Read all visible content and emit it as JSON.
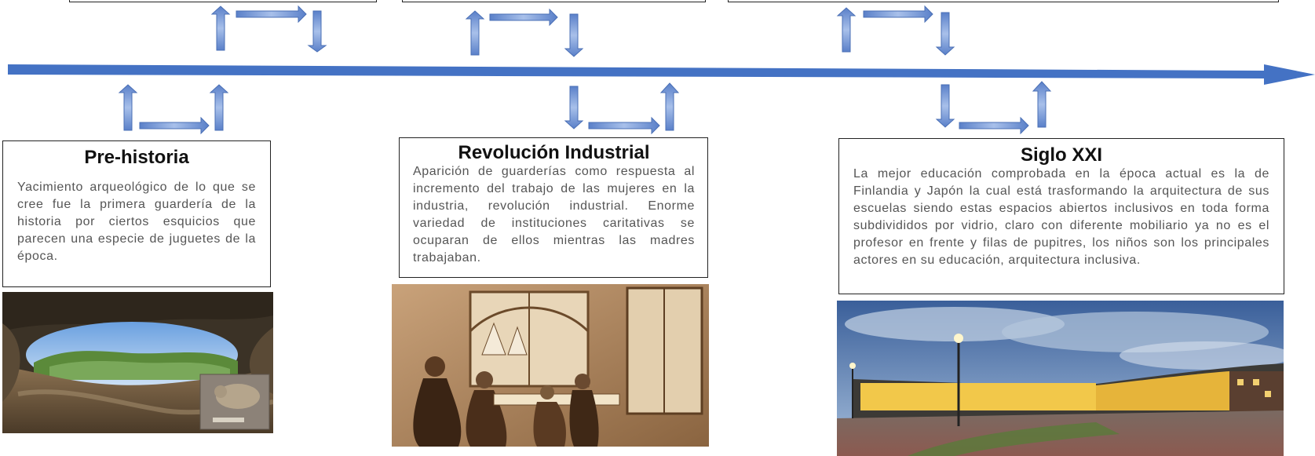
{
  "timeline": {
    "arrow_color": "#4472c4",
    "connector_color": "#7f9fd6",
    "events": [
      {
        "title": "Pre-historia",
        "text": "Yacimiento arqueológico de lo que se cree fue la primera guardería de la historia por ciertos esquicios que parecen una especie de juguetes de la época.",
        "image": "cave-photo"
      },
      {
        "title": "Revolución Industrial",
        "text": "Aparición de guarderías como respuesta al incremento del trabajo de las mujeres en la industria, revolución industrial. Enorme variedad de instituciones caritativas se ocuparan de ellos mientras las madres trabajaban.",
        "image": "engraving-photo"
      },
      {
        "title": "Siglo XXI",
        "text": "La mejor educación comprobada en la época actual es la de Finlandia y Japón la cual está trasformando la arquitectura de sus escuelas siendo estas espacios abiertos inclusivos en toda forma subdivididos por vidrio, claro con diferente mobiliario ya no es el profesor en frente y filas de pupitres, los niños son los principales actores en su educación, arquitectura inclusiva.",
        "image": "school-photo"
      }
    ]
  }
}
